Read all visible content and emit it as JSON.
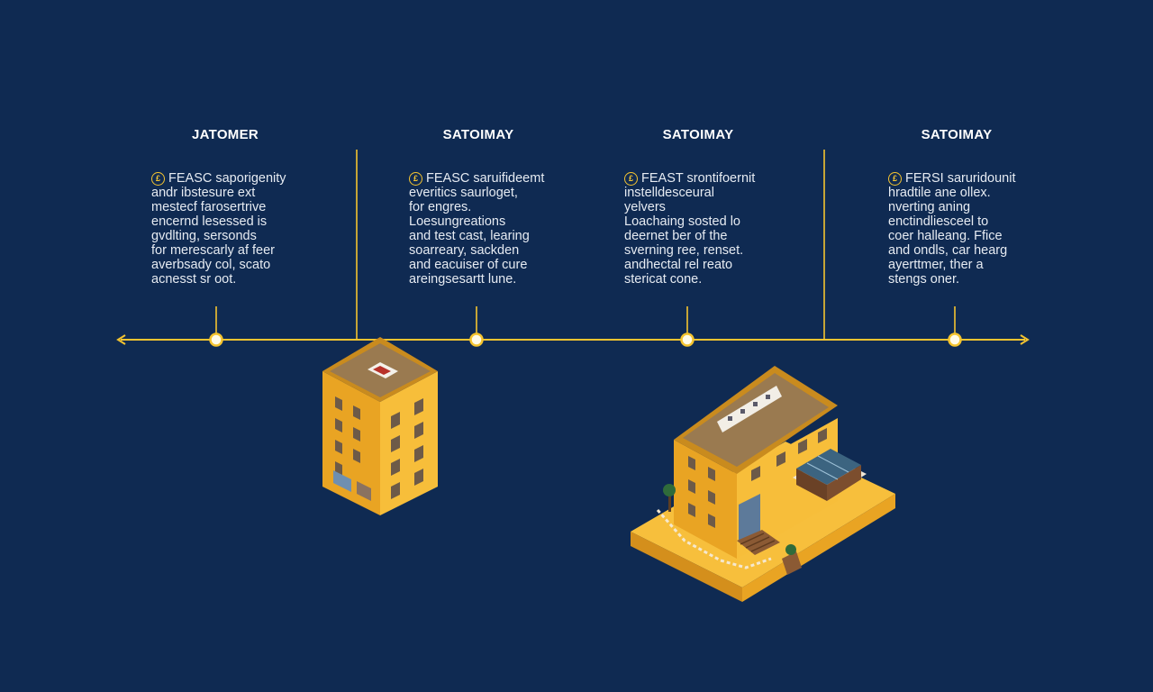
{
  "colors": {
    "background": "#0f2a52",
    "accent": "#f4c430",
    "building_wall": "#f2b32c",
    "building_roof": "#9a7a50",
    "text": "#e6ebf2"
  },
  "icons": {
    "milestone": "coin-icon",
    "building_small": "apartment-building-icon",
    "building_large": "house-with-garden-icon"
  },
  "milestones": [
    {
      "heading": "JATOMER",
      "icon_glyph": "£",
      "lines": [
        "FEASC saporigenity",
        "andr ibstesure ext",
        "mestecf farosertrive",
        "encernd lesessed is",
        "gvdlting, sersonds",
        "for merescarly af feer",
        "averbsady col, scato",
        "acnesst sr oot."
      ]
    },
    {
      "heading": "SATOIMAY",
      "icon_glyph": "£",
      "lines": [
        "FEASC saruifideemt",
        "everitics saurloget,",
        "for engres.",
        "Loesungreations",
        "and test cast, learing",
        "soarreary, sackden",
        "and eacuiser of cure",
        "areingsesartt lune."
      ]
    },
    {
      "heading": "SATOIMAY",
      "icon_glyph": "£",
      "lines": [
        "FEAST srontifoernit",
        "instelldesceural",
        "yelvers",
        "Loachaing sosted lo",
        "deernet ber of the",
        "sverning ree, renset.",
        "andhectal rel reato",
        "stericat cone."
      ]
    },
    {
      "heading": "SATOIMAY",
      "icon_glyph": "£",
      "lines": [
        "FERSI saruridounit",
        "hradtile ane ollex.",
        "nverting aning",
        "enctindliesceel to",
        "coer halleang. Ffice",
        "and ondls, car hearg",
        "ayerttmer, ther a",
        "stengs oner."
      ]
    }
  ]
}
